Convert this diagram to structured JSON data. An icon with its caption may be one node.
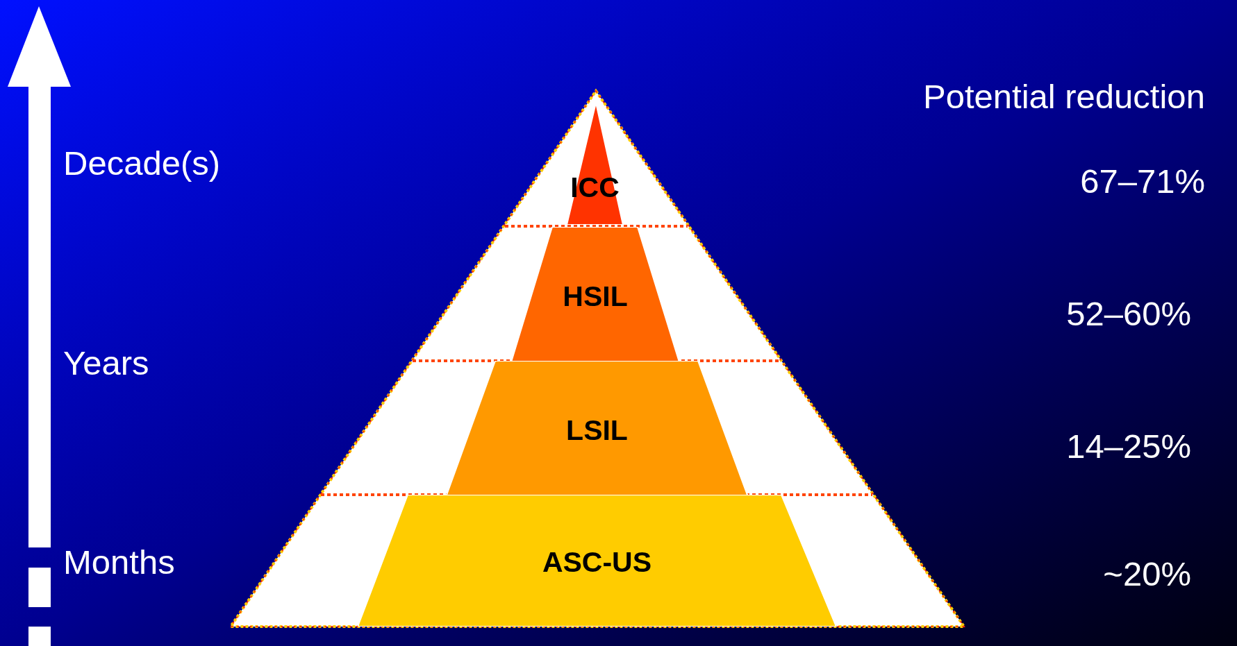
{
  "diagram": {
    "nodes": [
      {
        "text": [
          "ICC"
        ]
      },
      {
        "text": [
          "HSIL"
        ]
      },
      {
        "text": [
          "LSIL"
        ]
      },
      {
        "text": [
          "ASC-US"
        ]
      }
    ],
    "edges": [],
    "labels": [
      "Potential reduction",
      "Decade(s)",
      "67–71%",
      "Years",
      "52–60%",
      "14–25%",
      "Months",
      "~20%"
    ]
  }
}
